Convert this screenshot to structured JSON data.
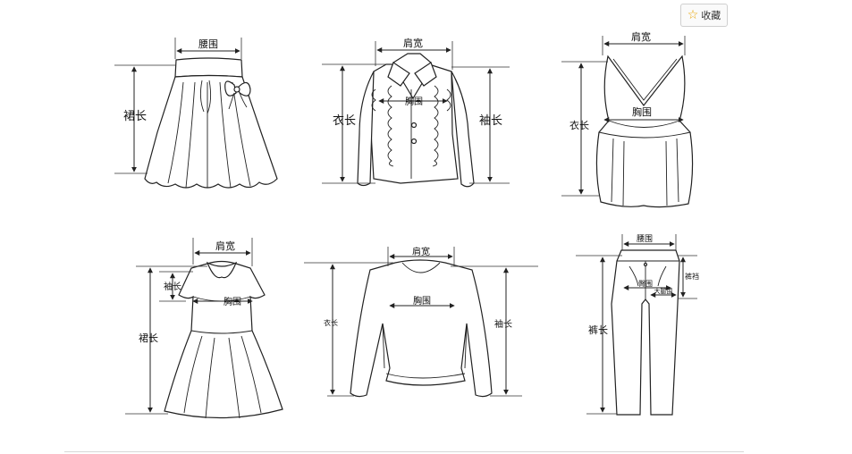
{
  "toolbar": {
    "favorite_label": "收藏",
    "favorite_icon": "star-outline-icon"
  },
  "labels": {
    "skirt": {
      "waist": "腰围",
      "length": "裙长"
    },
    "jacket": {
      "shoulder": "肩宽",
      "chest": "胸围",
      "length": "衣长",
      "sleeve": "袖长"
    },
    "vest": {
      "shoulder": "肩宽",
      "chest": "胸围",
      "length": "衣长"
    },
    "dress": {
      "shoulder": "肩宽",
      "sleeve": "袖长",
      "chest": "胸围",
      "length": "裙长"
    },
    "sweater": {
      "shoulder": "肩宽",
      "chest": "胸围",
      "length": "衣长",
      "sleeve": "袖长"
    },
    "pants": {
      "waist": "腰围",
      "rise": "裤裆",
      "thigh": "臀围",
      "hem": "大腿围",
      "length": "裤长"
    }
  },
  "colors": {
    "line": "#222222",
    "star": "#e8a400",
    "background": "#ffffff"
  }
}
